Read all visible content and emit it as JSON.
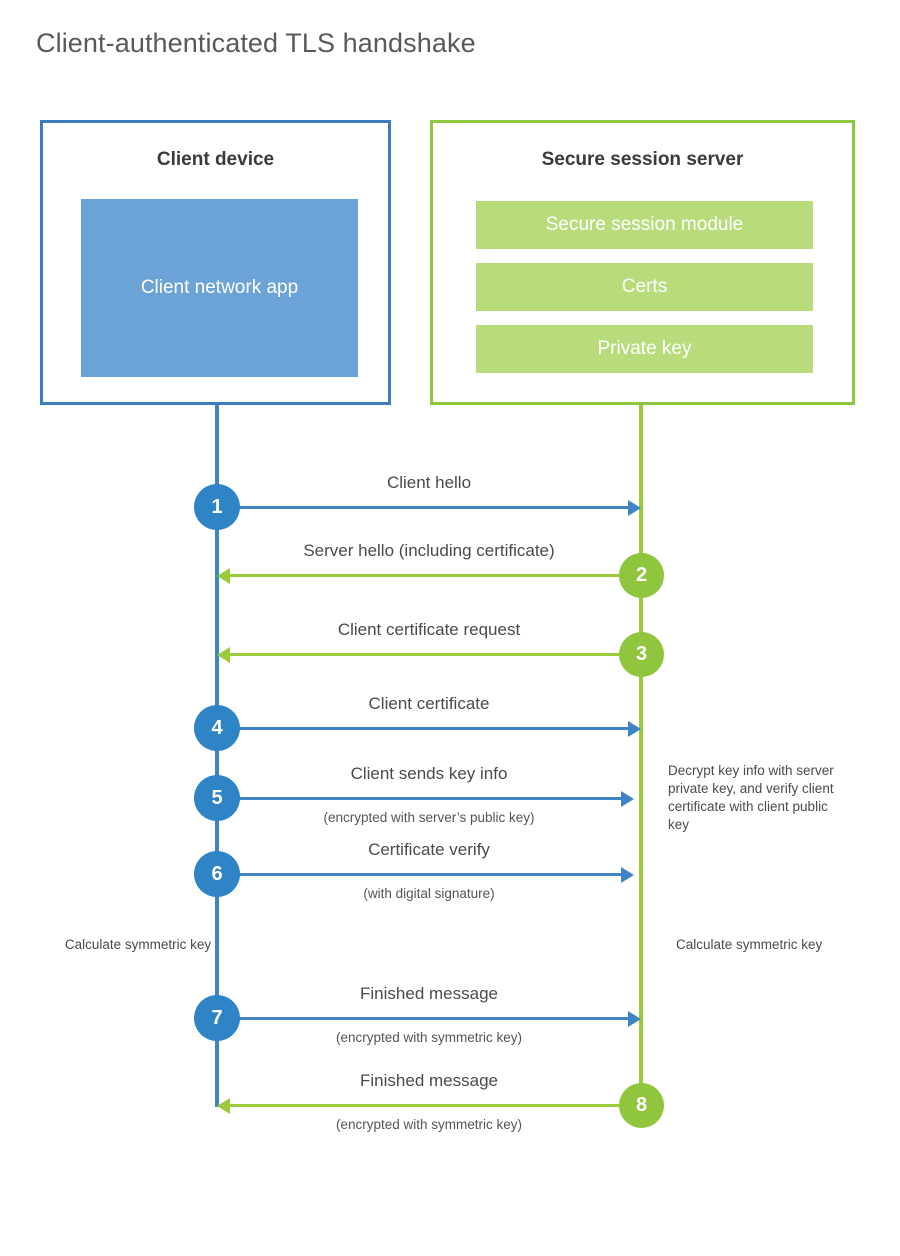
{
  "title": "Client-authenticated TLS handshake",
  "colors": {
    "client_border": "#3f7cbf",
    "client_fill": "#6ba3d6",
    "client_line": "#3f85c6",
    "client_step": "#2e84c5",
    "server_border": "#8dc63f",
    "server_fill": "#b8dc7c",
    "server_line": "#9acb3b",
    "server_step": "#8fc63e",
    "text": "#4a4a4a",
    "background": "#ffffff"
  },
  "client": {
    "title": "Client device",
    "app_label": "Client network app"
  },
  "server": {
    "title": "Secure session server",
    "components": [
      {
        "label": "Secure session module"
      },
      {
        "label": "Certs"
      },
      {
        "label": "Private key"
      }
    ]
  },
  "messages": [
    {
      "number": "1",
      "label": "Client hello",
      "sublabel": "",
      "direction": "client-to-server"
    },
    {
      "number": "2",
      "label": "Server hello (including certificate)",
      "sublabel": "",
      "direction": "server-to-client"
    },
    {
      "number": "3",
      "label": "Client certificate request",
      "sublabel": "",
      "direction": "server-to-client"
    },
    {
      "number": "4",
      "label": "Client certificate",
      "sublabel": "",
      "direction": "client-to-server"
    },
    {
      "number": "5",
      "label": "Client sends key info",
      "sublabel": "(encrypted with server’s public key)",
      "direction": "client-to-server"
    },
    {
      "number": "6",
      "label": "Certificate verify",
      "sublabel": "(with digital signature)",
      "direction": "client-to-server"
    },
    {
      "number": "7",
      "label": "Finished message",
      "sublabel": "(encrypted with symmetric key)",
      "direction": "client-to-server"
    },
    {
      "number": "8",
      "label": "Finished message",
      "sublabel": "(encrypted with symmetric key)",
      "direction": "server-to-client"
    }
  ],
  "notes": {
    "decrypt": "Decrypt key info with server private key, and verify client certificate with client public key",
    "calculate_client": "Calculate symmetric key",
    "calculate_server": "Calculate symmetric key"
  }
}
